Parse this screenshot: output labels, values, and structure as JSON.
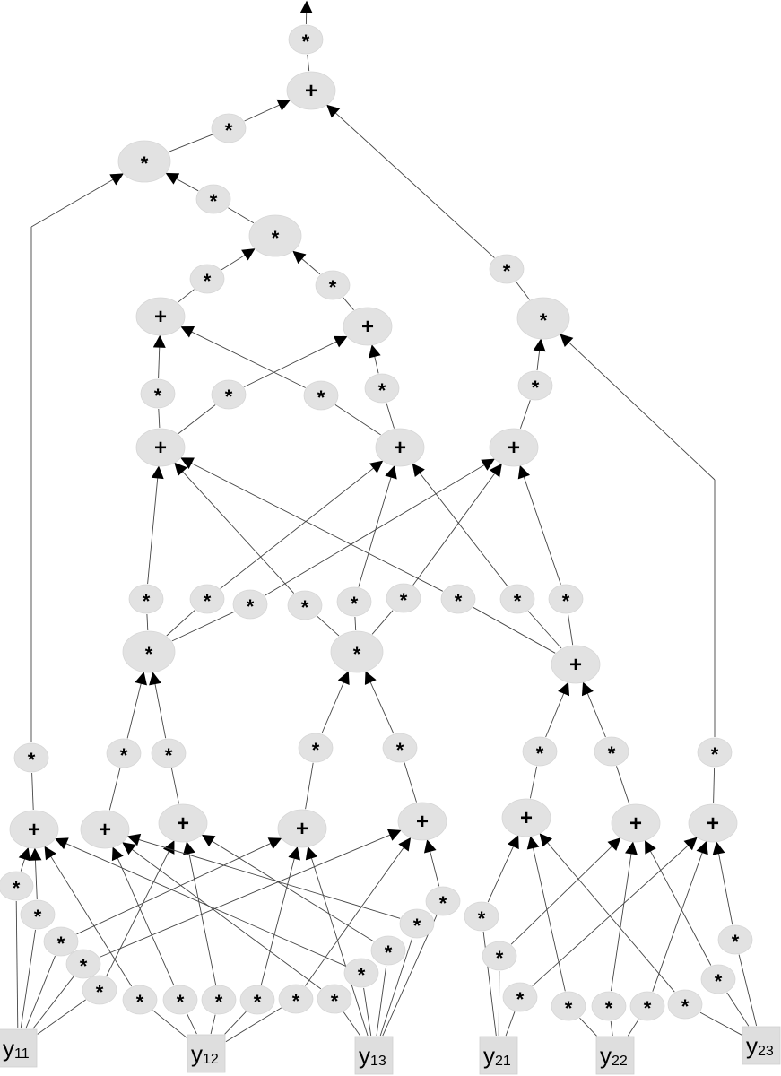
{
  "diagram": {
    "leaves": [
      {
        "id": "y11",
        "base": "y",
        "sub": "11"
      },
      {
        "id": "y12",
        "base": "y",
        "sub": "12"
      },
      {
        "id": "y13",
        "base": "y",
        "sub": "13"
      },
      {
        "id": "y21",
        "base": "y",
        "sub": "21"
      },
      {
        "id": "y22",
        "base": "y",
        "sub": "22"
      },
      {
        "id": "y23",
        "base": "y",
        "sub": "23"
      }
    ],
    "operators": {
      "add": "+",
      "mul": "*"
    }
  }
}
